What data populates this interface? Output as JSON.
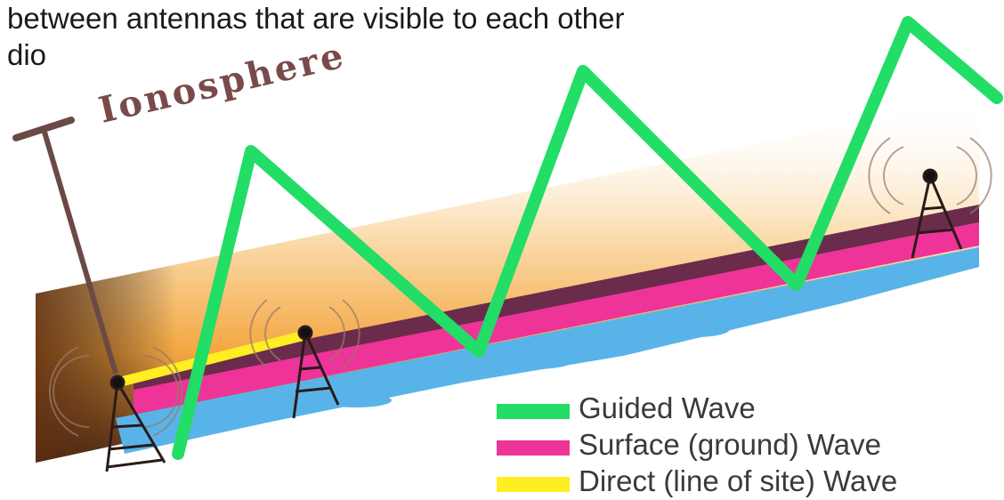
{
  "caption": {
    "line1": "between antennas that are visible to each other",
    "line2": "dio"
  },
  "layer_label": "Ionosphere",
  "legend": [
    {
      "label": "Guided Wave",
      "color": "#22dd66",
      "icon": "green-bar"
    },
    {
      "label": "Surface (ground) Wave",
      "color": "#ee3399",
      "icon": "magenta-bar"
    },
    {
      "label": "Direct (line of site) Wave",
      "color": "#ffee22",
      "icon": "yellow-bar"
    }
  ],
  "colors": {
    "guided_wave": "#22dd66",
    "surface_wave": "#ee3399",
    "direct_wave": "#ffee22",
    "ionosphere_band": "#f29a2a",
    "ground": "#58b4e8",
    "label": "#7a4a4a"
  }
}
